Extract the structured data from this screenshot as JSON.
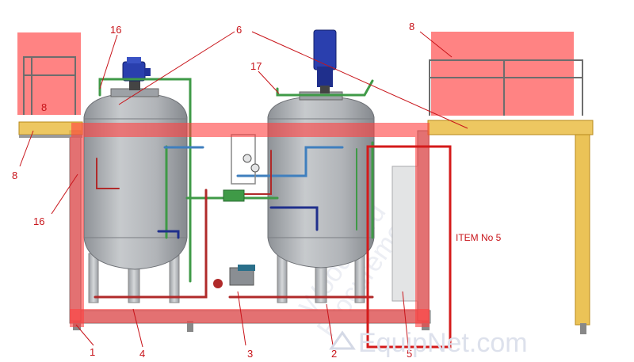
{
  "callouts": {
    "c1": "1",
    "c2": "2",
    "c3": "3",
    "c4": "4",
    "c5": "5",
    "c6": "6",
    "c8_left_top": "8",
    "c8_right_top": "8",
    "c8_left_side": "8",
    "c16_top": "16",
    "c16_side": "16",
    "c17": "17"
  },
  "item_note": "ITEM No 5",
  "watermark": {
    "brand": "EquipNet.com",
    "diagonal_line1": "Woodward",
    "diagonal_line2": "Procurement"
  },
  "colors": {
    "callout_red": "#c8141a",
    "highlight_red": "#ff5a5a",
    "platform_yellow": "#e8b93a",
    "tank_grey": "#a9adb2",
    "motor_blue": "#2a3fae",
    "pipe_green": "#3f9a47"
  }
}
